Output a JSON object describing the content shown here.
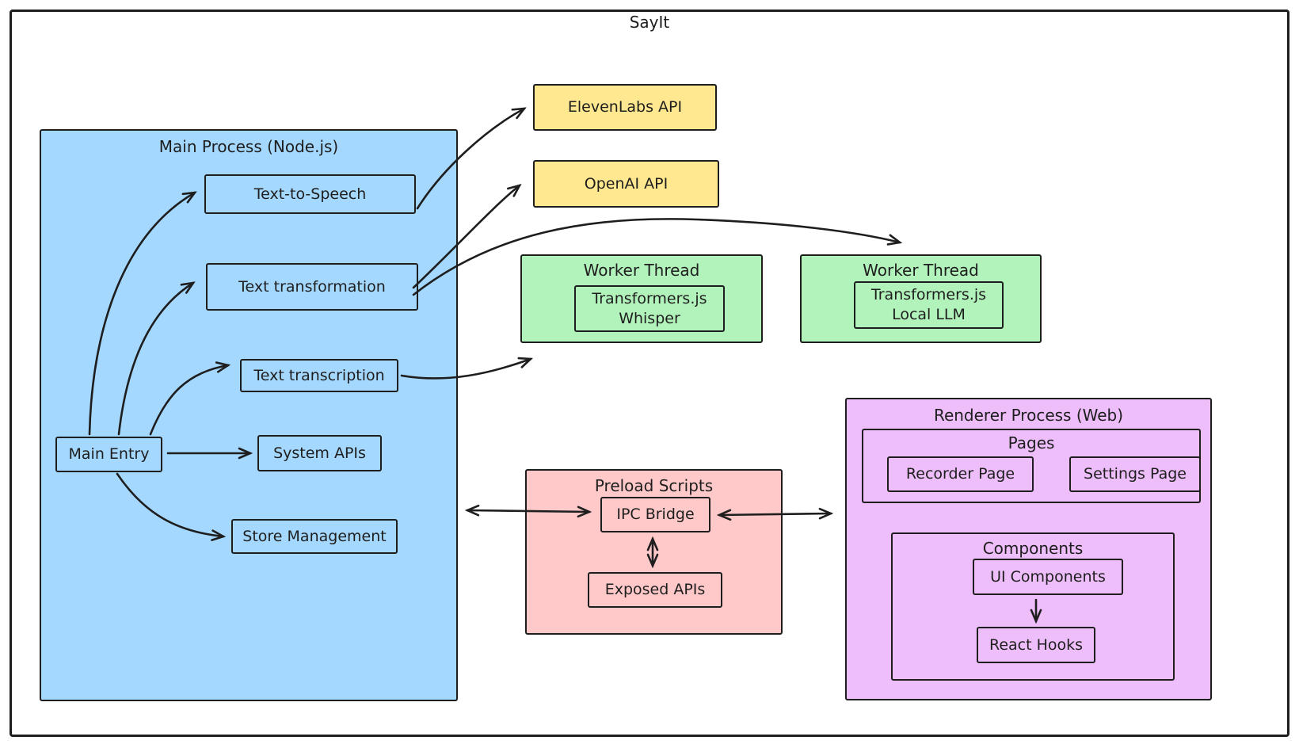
{
  "title": "SayIt",
  "colors": {
    "canvas_bg": "#ffffff",
    "stroke": "#1e1e1e",
    "process_blue": "#a5d8ff",
    "api_yellow": "#ffe88f",
    "worker_green": "#b2f2bb",
    "preload_pink": "#ffc9c9",
    "renderer_purple": "#eebefa"
  },
  "main_process": {
    "title": "Main Process (Node.js)",
    "text_to_speech": "Text-to-Speech",
    "text_transformation": "Text transformation",
    "text_transcription": "Text transcription",
    "main_entry": "Main Entry",
    "system_apis": "System APIs",
    "store_management": "Store Management"
  },
  "external": {
    "elevenlabs": "ElevenLabs API",
    "openai": "OpenAI API"
  },
  "workers": {
    "whisper": {
      "title": "Worker Thread",
      "label": "Transformers.js\nWhisper"
    },
    "local_llm": {
      "title": "Worker Thread",
      "label": "Transformers.js\nLocal LLM"
    }
  },
  "preload": {
    "title": "Preload Scripts",
    "ipc_bridge": "IPC Bridge",
    "exposed_apis": "Exposed APIs"
  },
  "renderer": {
    "title": "Renderer Process (Web)",
    "pages": {
      "title": "Pages",
      "recorder": "Recorder Page",
      "settings": "Settings Page"
    },
    "components": {
      "title": "Components",
      "ui_components": "UI Components",
      "react_hooks": "React Hooks"
    }
  }
}
